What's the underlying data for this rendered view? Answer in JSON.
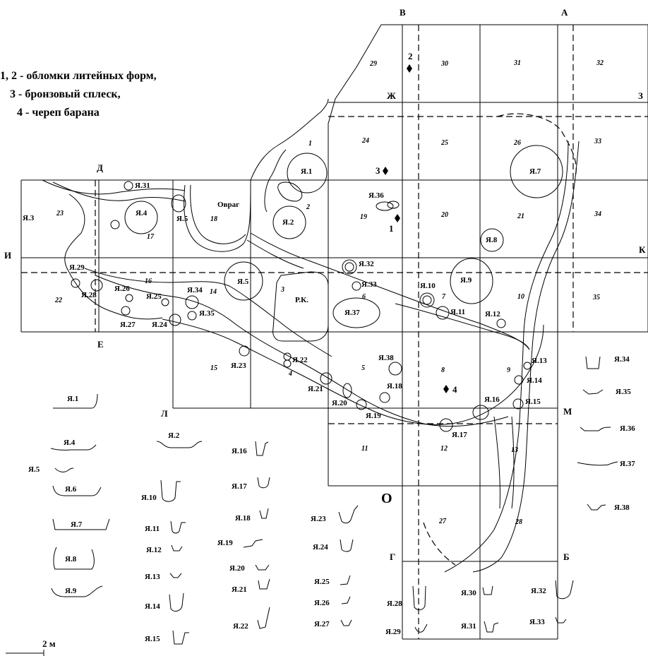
{
  "legend": {
    "line1": "1, 2 - обломки литейных форм,",
    "line2": "3 - бронзовый сплеск,",
    "line3": "4 - череп барана"
  },
  "grid_letters": {
    "v": "В",
    "a": "А",
    "zh": "Ж",
    "z": "З",
    "d": "Д",
    "i": "И",
    "k": "К",
    "e": "Е",
    "l": "Л",
    "m": "М",
    "g": "Г",
    "b": "Б",
    "o": "О"
  },
  "squares": [
    "29",
    "30",
    "31",
    "32",
    "24",
    "25",
    "26",
    "33",
    "23",
    "17",
    "18",
    "1",
    "2",
    "19",
    "20",
    "21",
    "34",
    "22",
    "16",
    "14",
    "3",
    "6",
    "7",
    "10",
    "35",
    "15",
    "4",
    "5",
    "8",
    "9",
    "11",
    "12",
    "13",
    "27",
    "28"
  ],
  "pits": [
    "Я.1",
    "Я.2",
    "Я.3",
    "Я.4",
    "Я.5",
    "Я.5",
    "Я.7",
    "Я.8",
    "Я.9",
    "Я.10",
    "Я.11",
    "Я.12",
    "Я.13",
    "Я.14",
    "Я.15",
    "Я.16",
    "Я.17",
    "Я.18",
    "Я.19",
    "Я.20",
    "Я.21",
    "Я.22",
    "Я.23",
    "Я.24",
    "Я.25",
    "Я.26",
    "Я.27",
    "Я.28",
    "Я.29",
    "Я.31",
    "Я.32",
    "Я.33",
    "Я.34",
    "Я.35",
    "Я.36",
    "Я.37",
    "Я.38"
  ],
  "features": {
    "ravine": "Овраг",
    "pk": "Р.К."
  },
  "finds": [
    "1",
    "2",
    "3",
    "4"
  ],
  "profiles": [
    "Я.1",
    "Я.2",
    "Я.4",
    "Я.5",
    "Я.6",
    "Я.7",
    "Я.8",
    "Я.9",
    "Я.10",
    "Я.11",
    "Я.12",
    "Я.13",
    "Я.14",
    "Я.15",
    "Я.16",
    "Я.17",
    "Я.18",
    "Я.19",
    "Я.20",
    "Я.21",
    "Я.22",
    "Я.23",
    "Я.24",
    "Я.25",
    "Я.26",
    "Я.27",
    "Я.28",
    "Я.29",
    "Я.30",
    "Я.31",
    "Я.32",
    "Я.33",
    "Я.34",
    "Я.35",
    "Я.36",
    "Я.37",
    "Я.38"
  ],
  "scale": "2 м"
}
